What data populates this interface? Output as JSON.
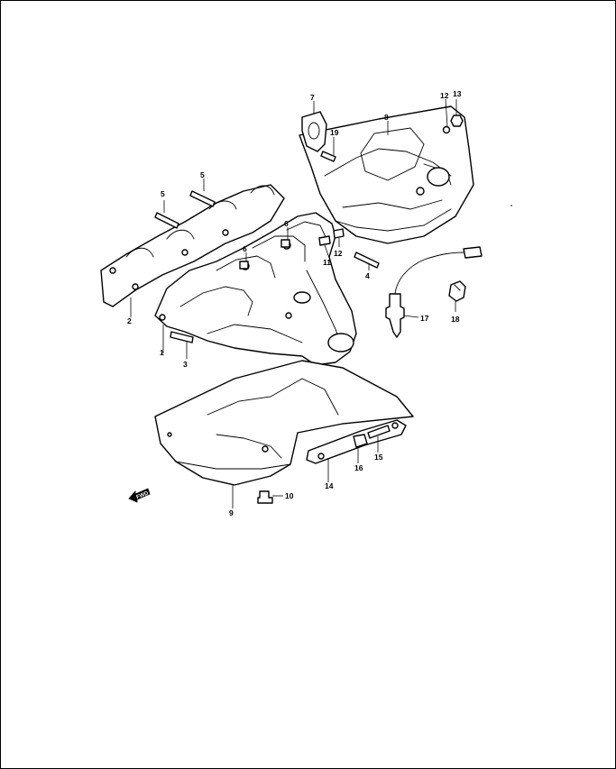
{
  "diagram": {
    "callouts": [
      {
        "id": "c1",
        "label": "1"
      },
      {
        "id": "c2",
        "label": "2"
      },
      {
        "id": "c3",
        "label": "3"
      },
      {
        "id": "c4",
        "label": "4"
      },
      {
        "id": "c5a",
        "label": "5"
      },
      {
        "id": "c5b",
        "label": "5"
      },
      {
        "id": "c6a",
        "label": "6"
      },
      {
        "id": "c6b",
        "label": "6"
      },
      {
        "id": "c7",
        "label": "7"
      },
      {
        "id": "c8",
        "label": "8"
      },
      {
        "id": "c9",
        "label": "9"
      },
      {
        "id": "c10",
        "label": "10"
      },
      {
        "id": "c11",
        "label": "11"
      },
      {
        "id": "c12a",
        "label": "12"
      },
      {
        "id": "c12b",
        "label": "12"
      },
      {
        "id": "c13",
        "label": "13"
      },
      {
        "id": "c14",
        "label": "14"
      },
      {
        "id": "c15",
        "label": "15"
      },
      {
        "id": "c16",
        "label": "16"
      },
      {
        "id": "c17",
        "label": "17"
      },
      {
        "id": "c18",
        "label": "18"
      },
      {
        "id": "c19",
        "label": "19"
      }
    ],
    "fwd_label": "FWD"
  }
}
